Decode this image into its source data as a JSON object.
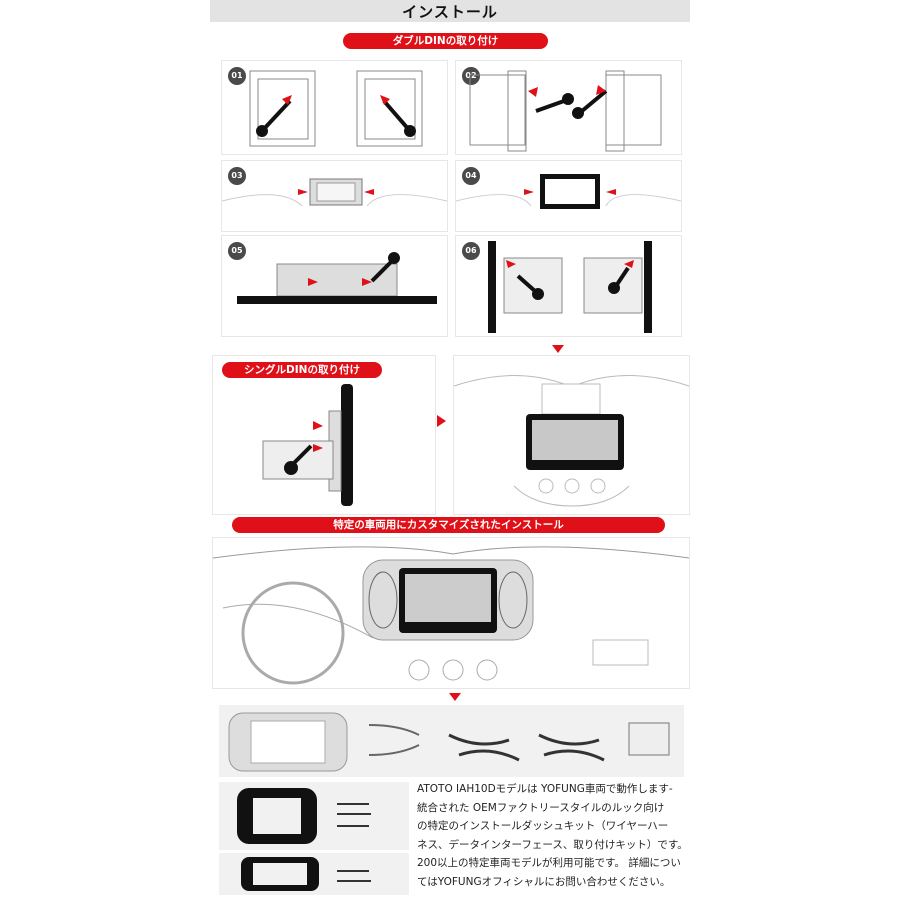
{
  "header": {
    "title": "インストール"
  },
  "labels": {
    "double_din": "ダブルDINの取り付け",
    "single_din": "シングルDINの取り付け",
    "custom": "特定の車両用にカスタマイズされたインストール"
  },
  "steps": [
    "01",
    "02",
    "03",
    "04",
    "05",
    "06"
  ],
  "description": {
    "lines": [
      "ATOTO IAH10Dモデルは YOFUNG車両で動作します-",
      "統合された OEMファクトリースタイルのルック向け",
      "の特定のインストールダッシュキット（ワイヤーハー",
      "ネス、データインターフェース、取り付けキット）です。",
      "200以上の特定車両モデルが利用可能です。 詳細につい",
      "てはYOFUNGオフィシャルにお問い合わせください。"
    ]
  },
  "colors": {
    "accent": "#e01018",
    "header_bg": "#e3e3e3",
    "panel_bg": "#f1f1f1",
    "line_art": "#777777",
    "screen_dark": "#111111"
  }
}
